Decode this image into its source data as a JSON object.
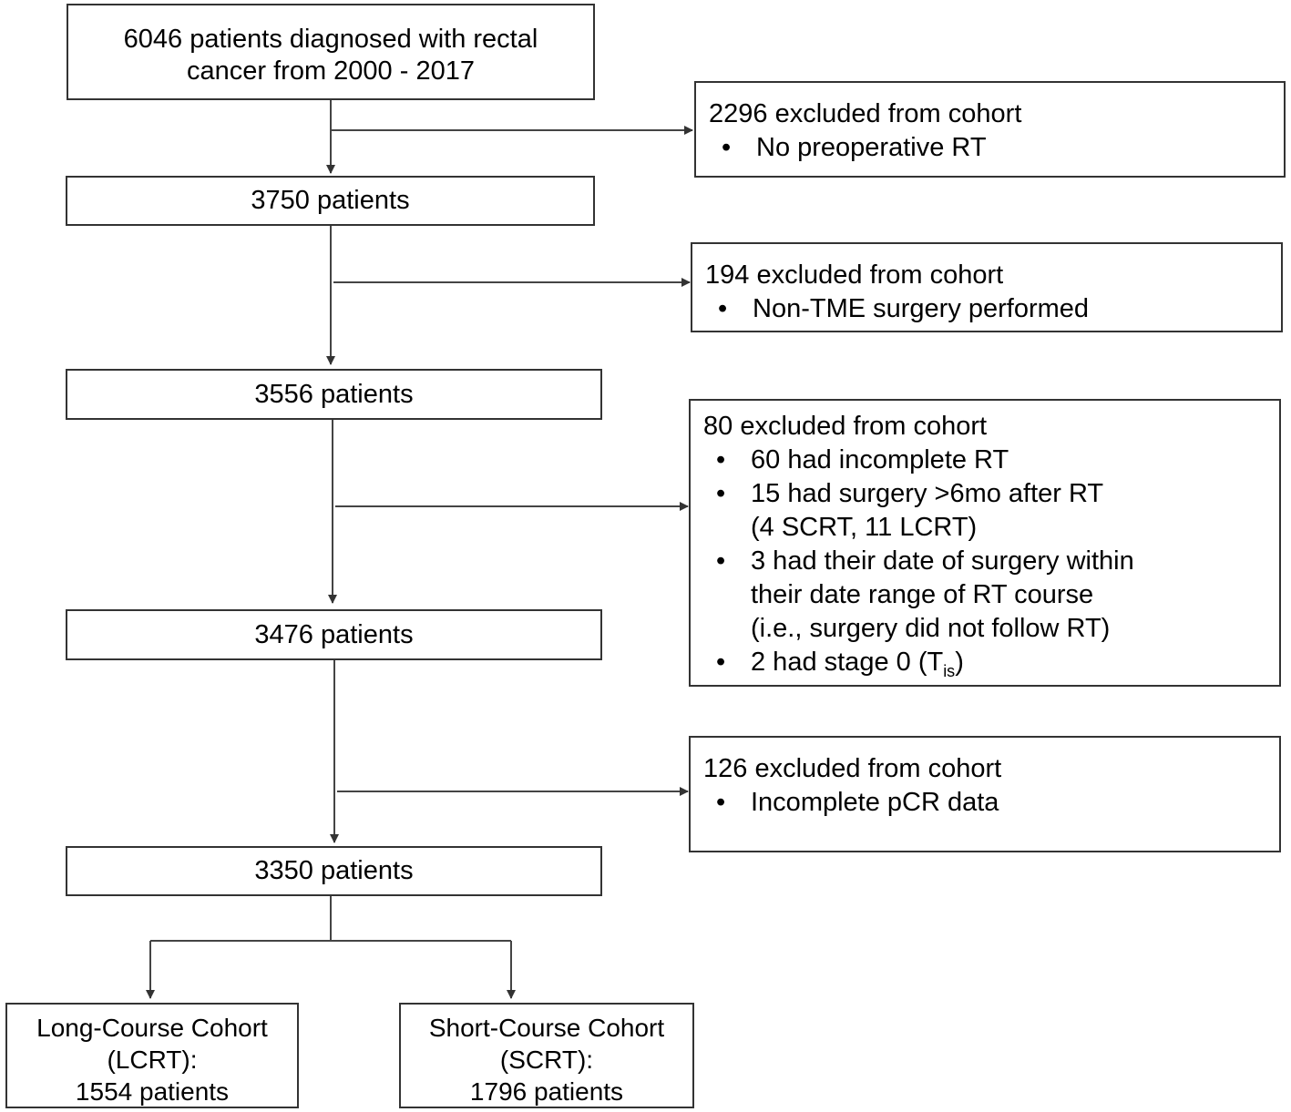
{
  "main_boxes": {
    "initial": [
      "6046 patients diagnosed with rectal",
      "cancer from 2000 - 2017"
    ],
    "step1": "3750 patients",
    "step2": "3556 patients",
    "step3": "3476 patients",
    "step4": "3350 patients"
  },
  "exclusions": {
    "e1": {
      "header": "2296 excluded from cohort",
      "bullets": [
        "No preoperative RT"
      ]
    },
    "e2": {
      "header": "194 excluded from cohort",
      "bullets": [
        "Non-TME surgery performed"
      ]
    },
    "e3": {
      "header": "80 excluded from cohort",
      "b1": "60 had incomplete RT",
      "b2_l1": "15 had surgery >6mo after RT",
      "b2_l2": "(4 SCRT, 11 LCRT)",
      "b3_l1": "3 had their date of surgery within",
      "b3_l2": "their date range of RT course",
      "b3_l3": "(i.e., surgery did not follow RT)",
      "b4_main": "2 had stage 0 (T",
      "b4_sub": "is",
      "b4_close": ")"
    },
    "e4": {
      "header": "126 excluded from cohort",
      "bullets": [
        "Incomplete pCR data"
      ]
    }
  },
  "bullet_symbol": "•",
  "cohorts": {
    "long": [
      "Long-Course Cohort",
      "(LCRT):",
      "1554 patients"
    ],
    "short": [
      "Short-Course Cohort",
      "(SCRT):",
      "1796 patients"
    ]
  }
}
